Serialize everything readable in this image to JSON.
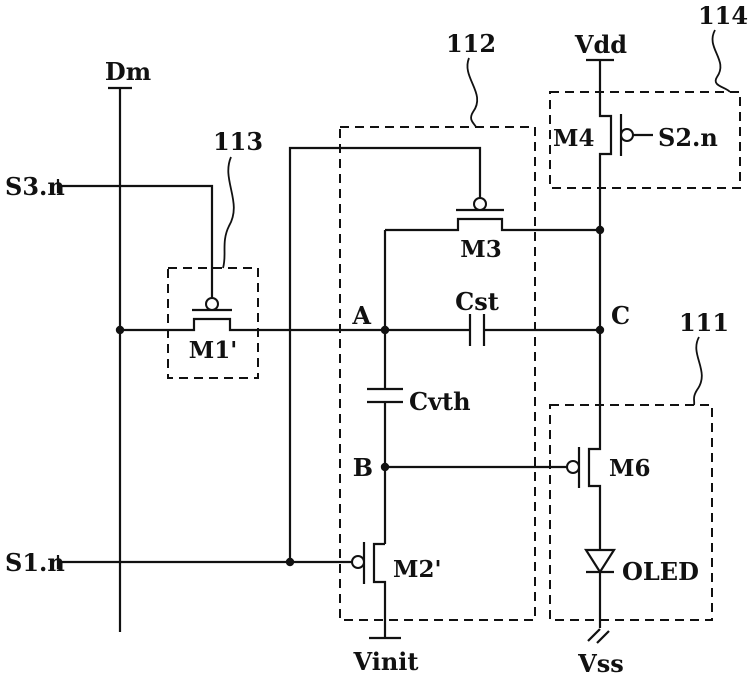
{
  "diagram": {
    "background": "#ffffff",
    "ink": "#111111",
    "rails": {
      "dm": "Dm",
      "vdd": "Vdd",
      "vss": "Vss",
      "vinit": "Vinit"
    },
    "signals": {
      "s3n": "S3.n",
      "s1n": "S1.n",
      "s2n": "S2.n"
    },
    "transistors": {
      "m1": "M1'",
      "m2": "M2'",
      "m3": "M3",
      "m4": "M4",
      "m6": "M6"
    },
    "capacitors": {
      "cst": "Cst",
      "cvth": "Cvth"
    },
    "nodes": {
      "a": "A",
      "b": "B",
      "c": "C"
    },
    "device": {
      "oled": "OLED"
    },
    "refs": {
      "r111": "111",
      "r112": "112",
      "r113": "113",
      "r114": "114"
    }
  }
}
